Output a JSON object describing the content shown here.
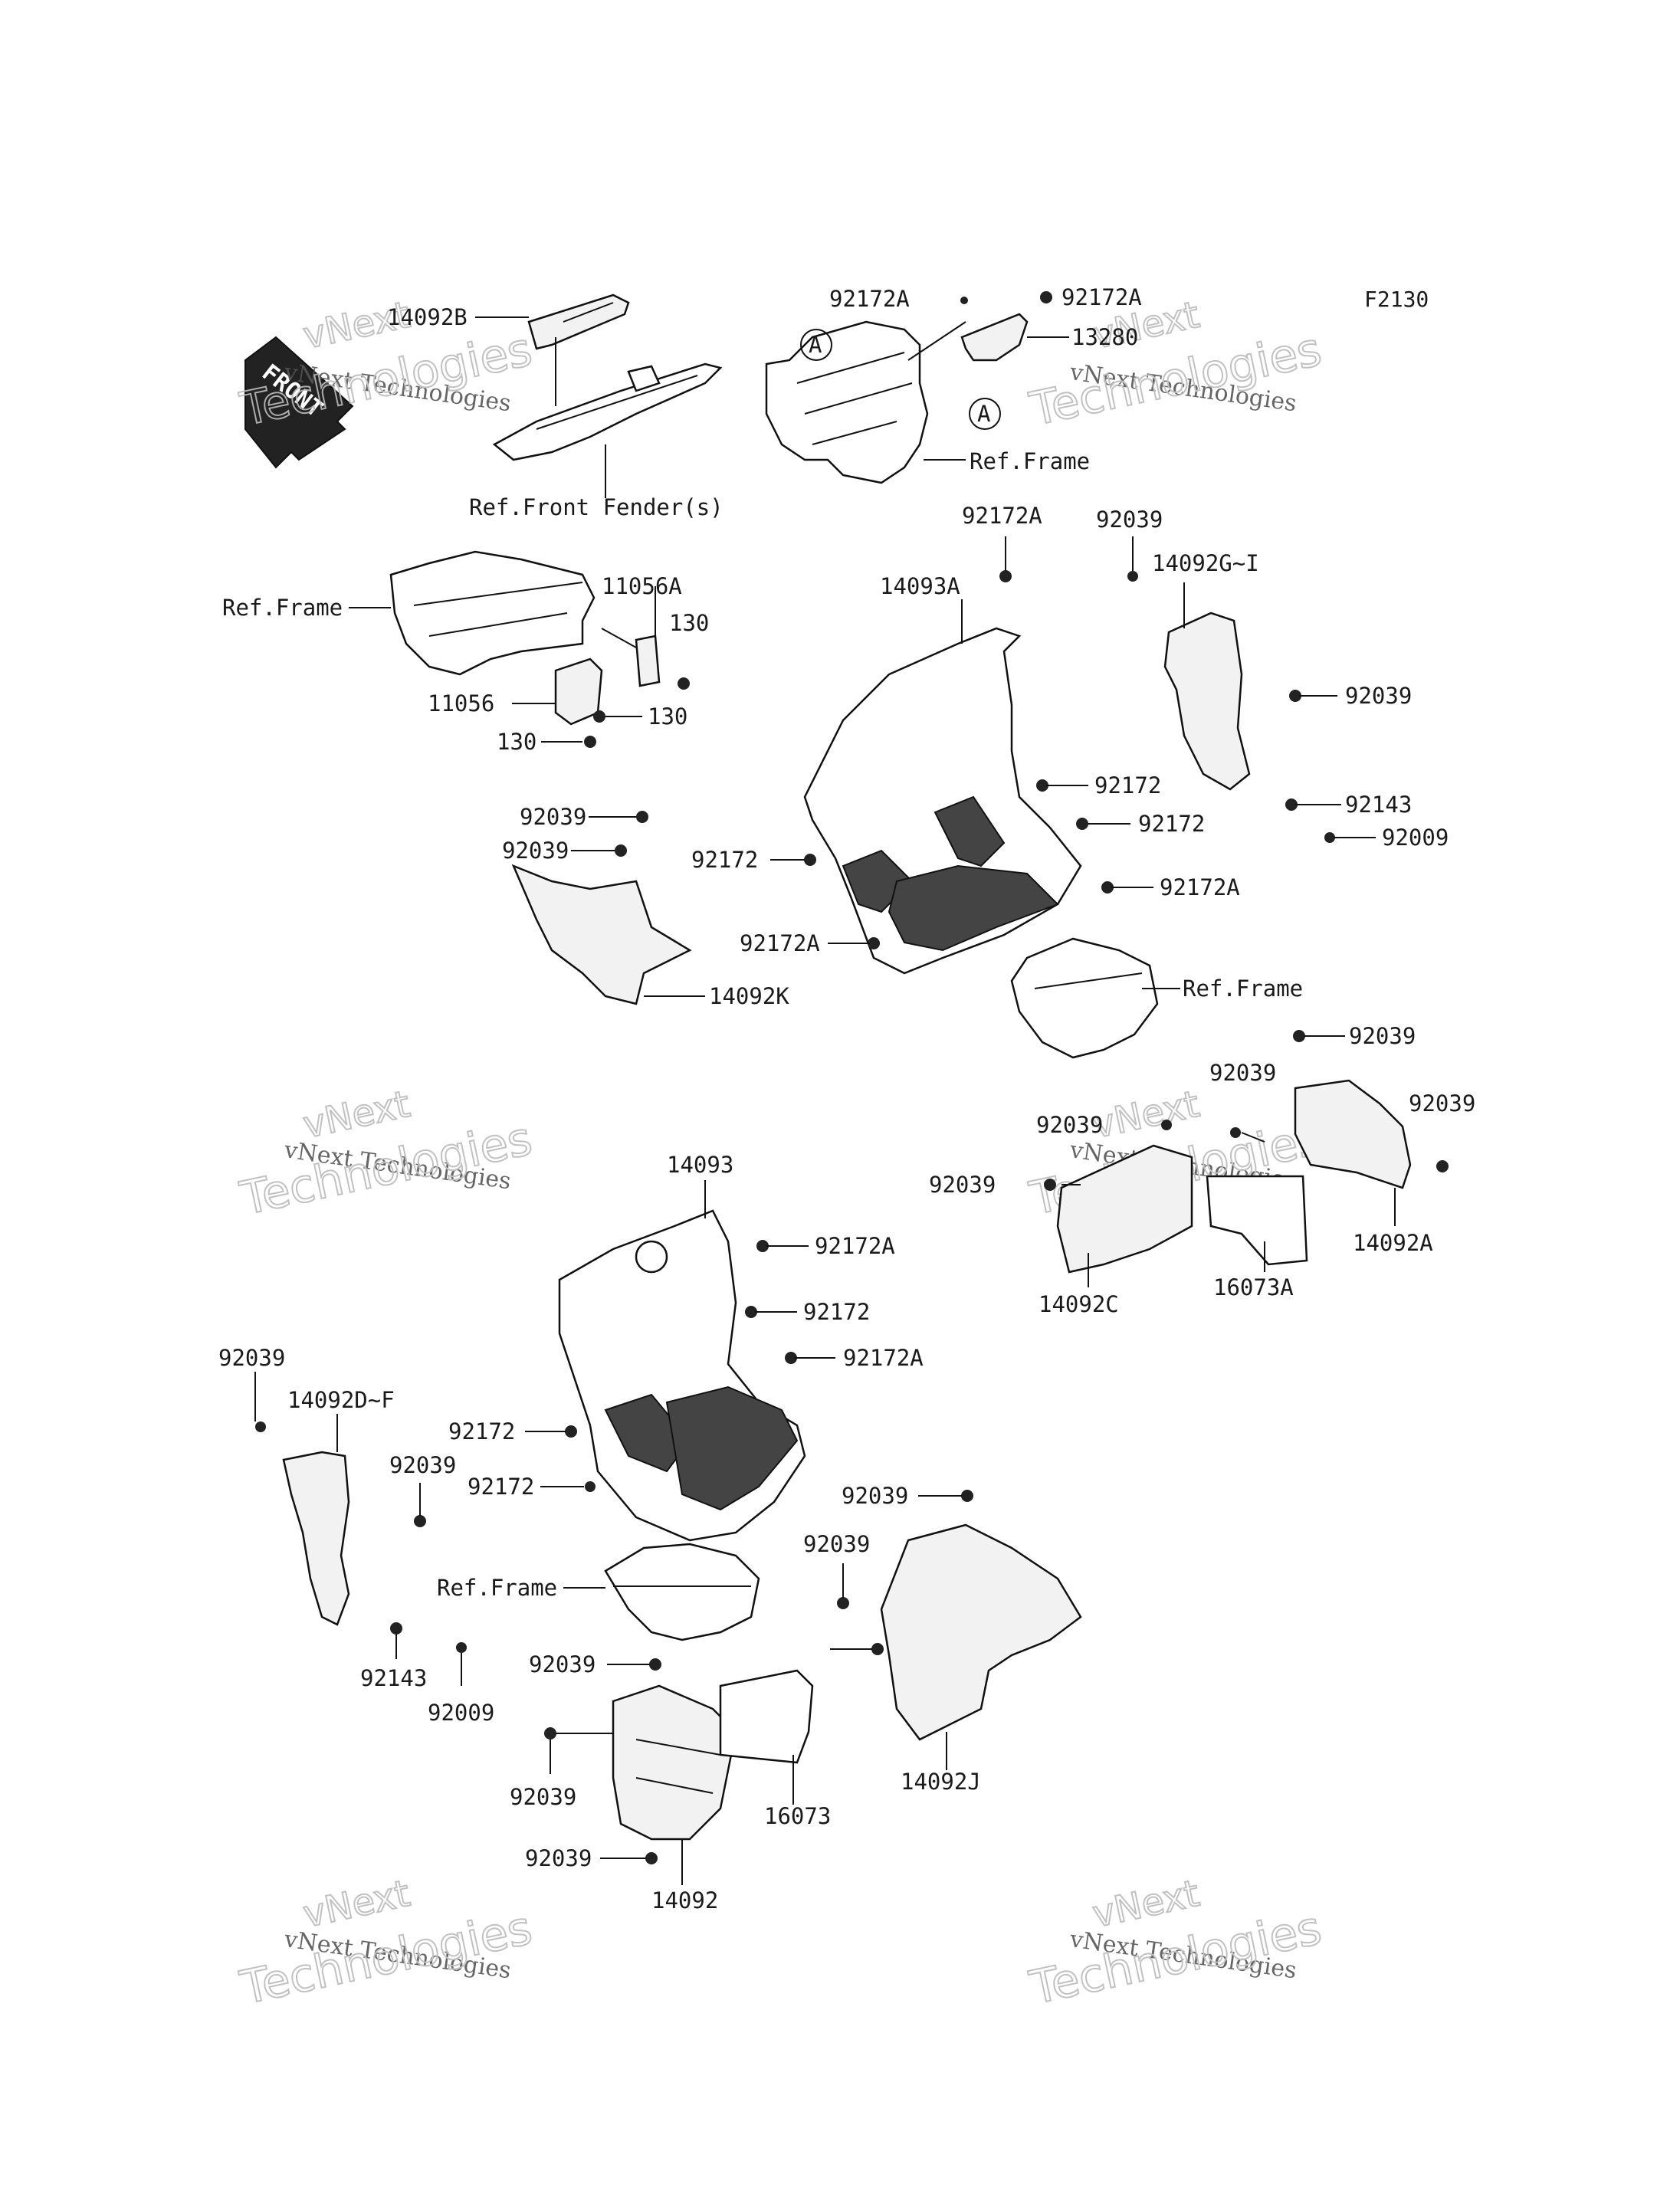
{
  "diagram": {
    "code": "F2130",
    "front_label": "FRONT",
    "watermark": {
      "line1": "vNext Technologies",
      "line2": "vNext",
      "line3": "Technologies"
    },
    "labels": [
      {
        "id": "l1",
        "text": "14092B"
      },
      {
        "id": "l2",
        "text": "Ref.Front Fender(s)"
      },
      {
        "id": "l3",
        "text": "92172A"
      },
      {
        "id": "l4",
        "text": "92172A"
      },
      {
        "id": "l5",
        "text": "13280"
      },
      {
        "id": "l6",
        "text": "Ref.Frame"
      },
      {
        "id": "l7",
        "text": "Ref.Frame"
      },
      {
        "id": "l8",
        "text": "11056A"
      },
      {
        "id": "l9",
        "text": "130"
      },
      {
        "id": "l10",
        "text": "11056"
      },
      {
        "id": "l11",
        "text": "130"
      },
      {
        "id": "l12",
        "text": "130"
      },
      {
        "id": "l13",
        "text": "92172A"
      },
      {
        "id": "l14",
        "text": "14093A"
      },
      {
        "id": "l15",
        "text": "92039"
      },
      {
        "id": "l16",
        "text": "14092G~I"
      },
      {
        "id": "l17",
        "text": "92039"
      },
      {
        "id": "l18",
        "text": "92172"
      },
      {
        "id": "l19",
        "text": "92172"
      },
      {
        "id": "l20",
        "text": "92143"
      },
      {
        "id": "l21",
        "text": "92009"
      },
      {
        "id": "l22",
        "text": "92172"
      },
      {
        "id": "l23",
        "text": "92172A"
      },
      {
        "id": "l24",
        "text": "92172A"
      },
      {
        "id": "l25",
        "text": "Ref.Frame"
      },
      {
        "id": "l26",
        "text": "92039"
      },
      {
        "id": "l27",
        "text": "92039"
      },
      {
        "id": "l28",
        "text": "14092K"
      },
      {
        "id": "l29",
        "text": "92039"
      },
      {
        "id": "l30",
        "text": "92039"
      },
      {
        "id": "l31",
        "text": "92039"
      },
      {
        "id": "l32",
        "text": "92039"
      },
      {
        "id": "l33",
        "text": "92039"
      },
      {
        "id": "l34",
        "text": "14092C"
      },
      {
        "id": "l35",
        "text": "16073A"
      },
      {
        "id": "l36",
        "text": "14092A"
      },
      {
        "id": "l37",
        "text": "14093"
      },
      {
        "id": "l38",
        "text": "92172A"
      },
      {
        "id": "l39",
        "text": "92172"
      },
      {
        "id": "l40",
        "text": "92172A"
      },
      {
        "id": "l41",
        "text": "92039"
      },
      {
        "id": "l42",
        "text": "14092D~F"
      },
      {
        "id": "l43",
        "text": "92172"
      },
      {
        "id": "l44",
        "text": "92039"
      },
      {
        "id": "l45",
        "text": "92172"
      },
      {
        "id": "l46",
        "text": "Ref.Frame"
      },
      {
        "id": "l47",
        "text": "92143"
      },
      {
        "id": "l48",
        "text": "92009"
      },
      {
        "id": "l49",
        "text": "92039"
      },
      {
        "id": "l50",
        "text": "92039"
      },
      {
        "id": "l51",
        "text": "92039"
      },
      {
        "id": "l52",
        "text": "92039"
      },
      {
        "id": "l53",
        "text": "16073"
      },
      {
        "id": "l54",
        "text": "92039"
      },
      {
        "id": "l55",
        "text": "14092J"
      },
      {
        "id": "l56",
        "text": "14092"
      },
      {
        "id": "l57",
        "text": "A"
      },
      {
        "id": "l58",
        "text": "A"
      }
    ]
  }
}
